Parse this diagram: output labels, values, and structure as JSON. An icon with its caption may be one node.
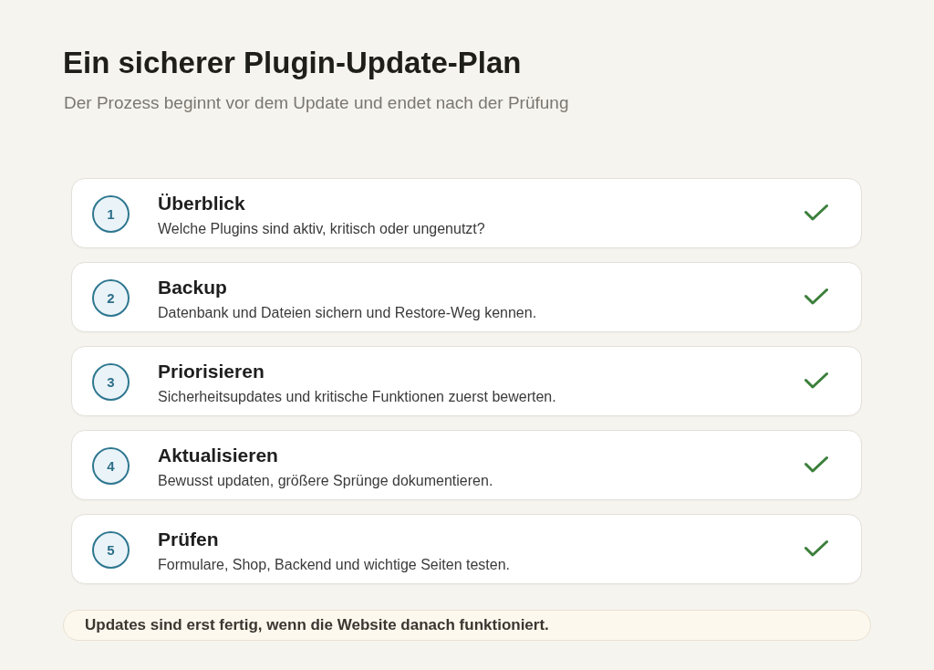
{
  "diagram": {
    "title": "Ein sicherer Plugin-Update-Plan",
    "nodes": [
      {
        "text": [
          "Überblick",
          "Welche Plugins sind aktiv, kritisch oder ungenutzt?"
        ]
      },
      {
        "text": [
          "1"
        ],
        "in": 0
      },
      {
        "text": [
          "Backup",
          "Datenbank und Dateien sichern und Restore-Weg kennen."
        ]
      },
      {
        "text": [
          "2"
        ],
        "in": 2
      },
      {
        "text": [
          "Priorisieren",
          "Sicherheitsupdates und kritische Funktionen zuerst bewerten."
        ]
      },
      {
        "text": [
          "3"
        ],
        "in": 4
      },
      {
        "text": [
          "Aktualisieren",
          "Bewusst updaten, größere Sprünge dokumentieren."
        ]
      },
      {
        "text": [
          "4"
        ],
        "in": 6
      },
      {
        "text": [
          "Prüfen",
          "Formulare, Shop, Backend und wichtige Seiten testen."
        ]
      },
      {
        "text": [
          "5"
        ],
        "in": 8
      },
      {
        "text": [
          "Updates sind erst fertig, wenn die Website danach funktioniert."
        ]
      }
    ],
    "labels": [
      "Der Prozess beginnt vor dem Update und endet nach der Prüfung"
    ]
  }
}
